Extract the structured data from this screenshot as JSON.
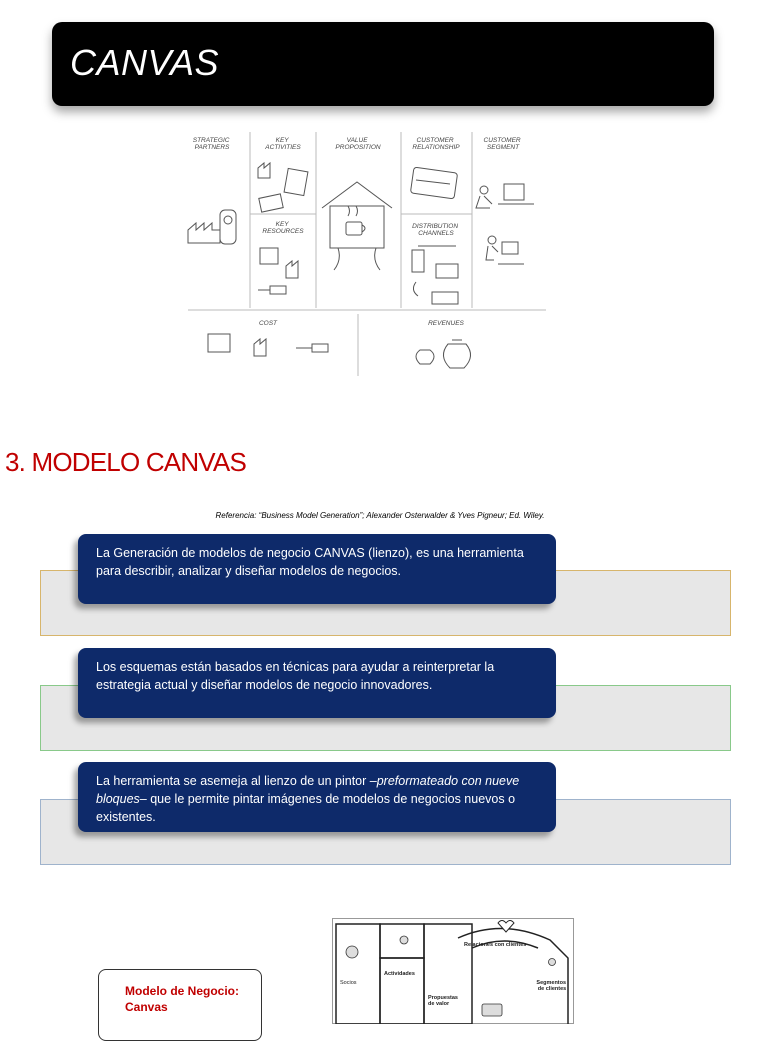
{
  "header": {
    "title": "CANVAS"
  },
  "sketch": {
    "labels": {
      "strategic_partners": [
        "STRATEGIC",
        "PARTNERS"
      ],
      "key_activities": [
        "KEY",
        "ACTIVITIES"
      ],
      "value_proposition": [
        "VALUE",
        "PROPOSITION"
      ],
      "customer_relationship": [
        "CUSTOMER",
        "RELATIONSHIP"
      ],
      "customer_segment": [
        "CUSTOMER",
        "SEGMENT"
      ],
      "key_resources": [
        "KEY",
        "RESOURCES"
      ],
      "distribution_channels": [
        "DISTRIBUTION",
        "CHANNELS"
      ],
      "cost": "COST",
      "revenues": "REVENUES"
    }
  },
  "section": {
    "title": "3. MODELO CANVAS",
    "reference": "Referencia:  “Business Model Generation”; Alexander Osterwalder & Yves Pigneur; Ed. Wiley."
  },
  "notes": [
    {
      "text": "La Generación de modelos de negocio CANVAS (lienzo), es una herramienta para describir, analizar y diseñar modelos de negocios."
    },
    {
      "text": "Los esquemas están basados en técnicas para ayudar a reinterpretar la estrategia actual y diseñar modelos de negocio innovadores."
    },
    {
      "text_before": "La herramienta se asemeja al lienzo de un pintor ",
      "text_italic": "–preformateado con nueve bloques–",
      "text_after": " que le permite pintar imágenes de modelos de negocios nuevos o existentes."
    }
  ],
  "model_box": {
    "line1": "Modelo de Negocio:",
    "line2": "Canvas"
  },
  "mini_canvas": {
    "socios": "Socios",
    "actividades": "Actividades",
    "propuestas": [
      "Propuestas",
      "de valor"
    ],
    "relaciones": "Relaciones con clientes",
    "segmentos": [
      "Segmentos",
      "de clientes"
    ]
  }
}
